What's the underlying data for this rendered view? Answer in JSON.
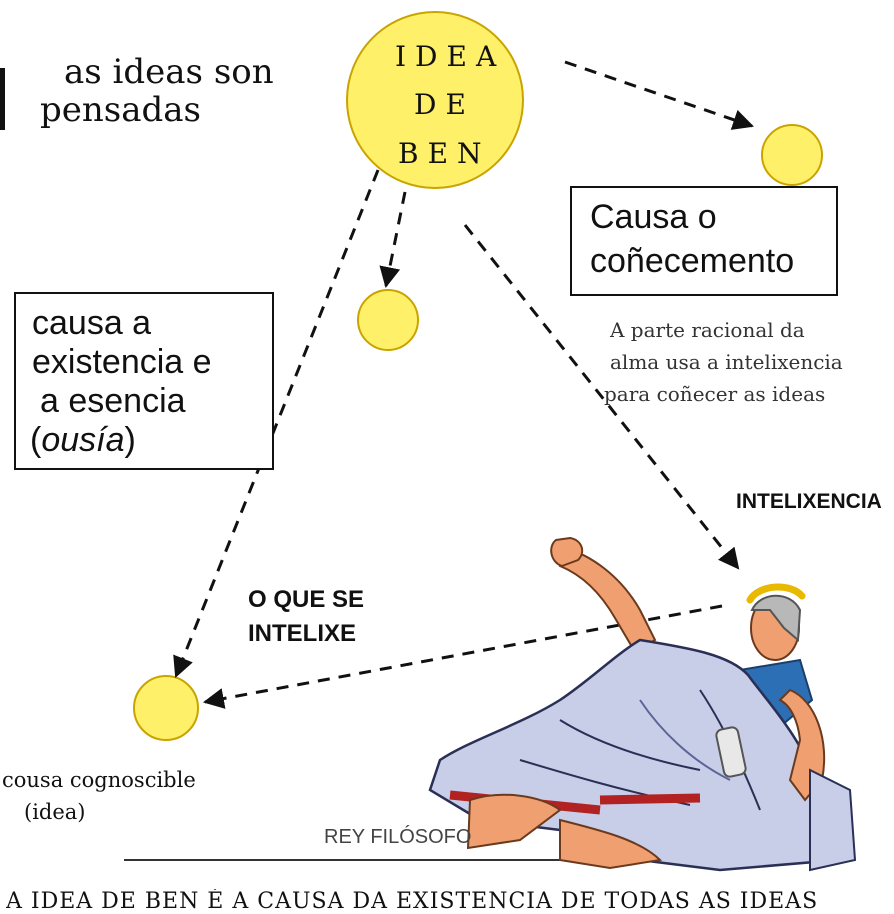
{
  "idea_sun": {
    "line1": "IDEA",
    "line2": "DE",
    "line3": "BEN"
  },
  "top_left_note": {
    "line1": "as ideas son",
    "line2": "pensadas"
  },
  "knowledge_box": {
    "line1": "Causa o",
    "line2": "coñecemento"
  },
  "existence_box": {
    "line1": "causa a",
    "line2": "existencia e",
    "line3": "a esencia",
    "line4_open": "(",
    "line4_em": "ousía",
    "line4_close": ")"
  },
  "rational_note": {
    "line1": "A parte racional da",
    "line2": "alma usa a intelixencia",
    "line3": "para coñecer as ideas"
  },
  "intelligence_label": "INTELIXENCIA",
  "intelligible_label": {
    "line1": "O QUE SE",
    "line2": "INTELIXE"
  },
  "knowable_note": {
    "line1": "cousa cognoscible",
    "line2": "(idea)"
  },
  "king_label": "REY FILÓSOFO",
  "bottom_caption": "A IDEA DE BEN É A CAUSA DA EXISTENCIA DE TODAS AS IDEAS",
  "colors": {
    "sun_fill": "#FFF06A",
    "sun_stroke": "#C9A400",
    "ink": "#111111",
    "robe": "#C8CEE8",
    "skin": "#F0A070",
    "laurel": "#E9B800"
  }
}
